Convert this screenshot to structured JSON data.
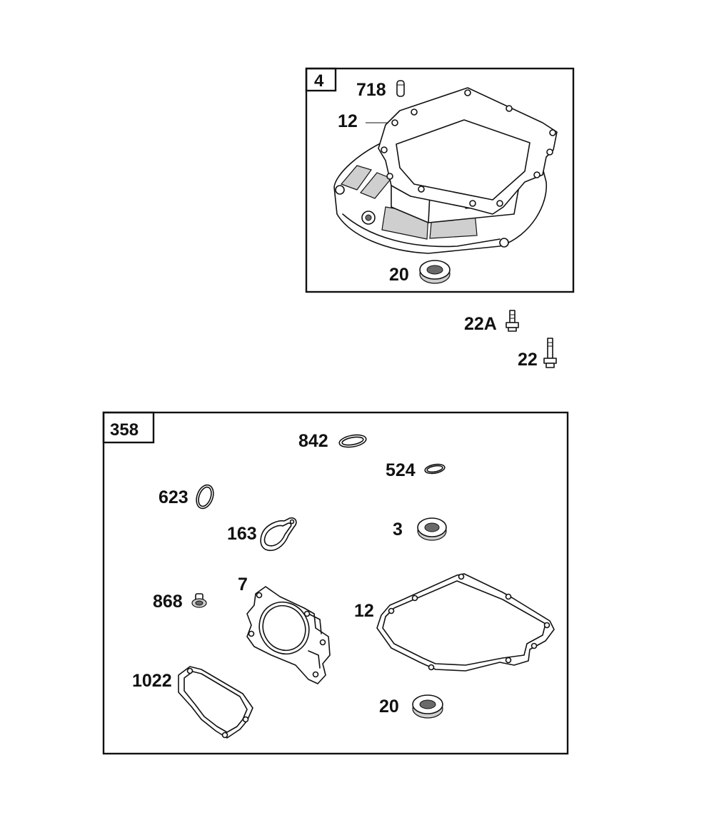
{
  "kit_4": {
    "box_label": "4",
    "callouts": {
      "dowel": "718",
      "gasket": "12",
      "seal": "20"
    }
  },
  "loose_parts": {
    "screw_short": "22A",
    "screw_long": "22"
  },
  "kit_358": {
    "box_label": "358",
    "callouts": {
      "oring_842": "842",
      "oring_524": "524",
      "oring_623": "623",
      "gasket_163": "163",
      "seal_3": "3",
      "head_gasket_7": "7",
      "plug_868": "868",
      "sump_gasket_12": "12",
      "cover_gasket_1022": "1022",
      "seal_20": "20"
    }
  }
}
